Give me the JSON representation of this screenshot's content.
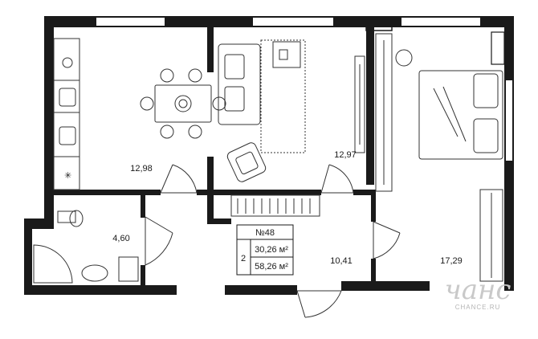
{
  "apartment": {
    "number_label": "№48",
    "rooms_count": "2",
    "living_area": "30,26 м²",
    "total_area": "58,26 м²"
  },
  "rooms": {
    "kitchen": "12,98",
    "living_room": "12,97",
    "bedroom": "17,29",
    "bathroom": "4,60",
    "hallway": "10,41"
  },
  "watermark": {
    "logo": "чанс",
    "site": "CHANCE.RU"
  },
  "colors": {
    "wall": "#1a1a1a",
    "line": "#333333"
  }
}
